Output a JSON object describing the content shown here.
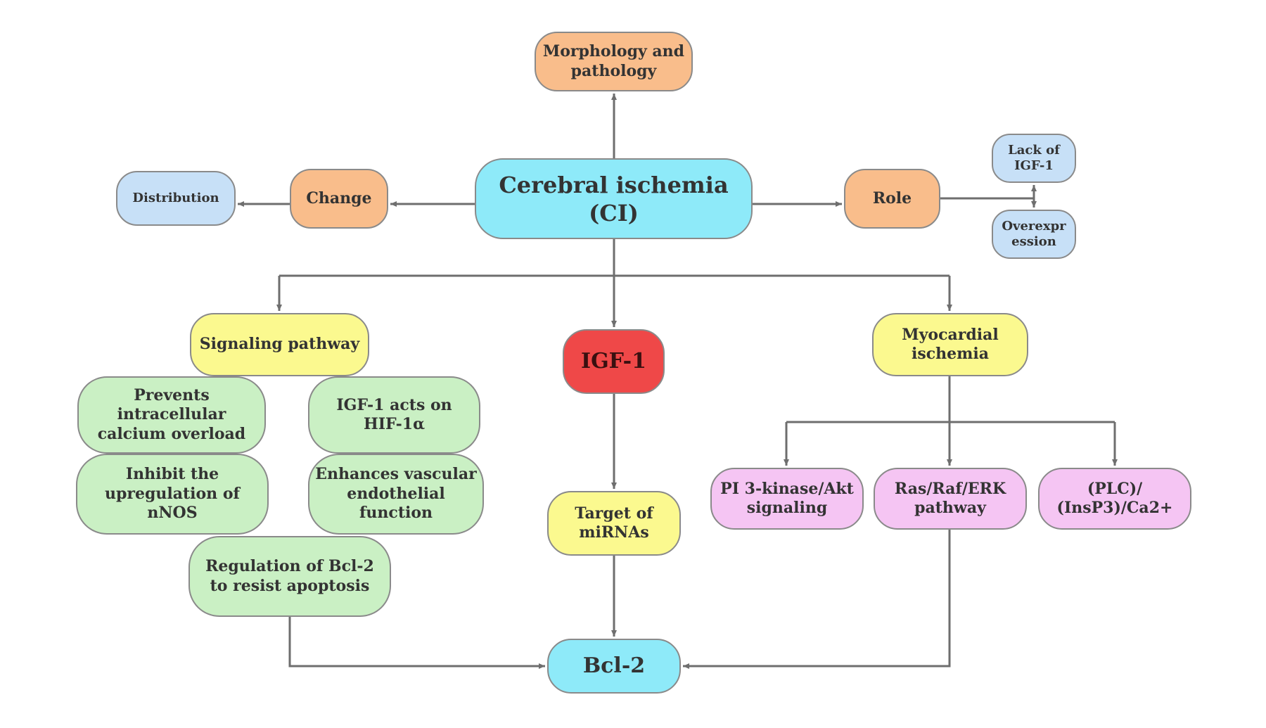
{
  "nodes": {
    "morphology": "Morphology and pathology",
    "center": "Cerebral ischemia (CI)",
    "change": "Change",
    "distribution": "Distribution",
    "role": "Role",
    "lack": "Lack of IGF-1",
    "overexpression": "Overexpr ession",
    "signaling": "Signaling pathway",
    "igf1": "IGF-1",
    "myocardial": "Myocardial ischemia",
    "prevents": "Prevents intracellular calcium overload",
    "acts_on": "IGF-1 acts on HIF-1α",
    "inhibit": "Inhibit the upregulation of nNOS",
    "enhances": "Enhances vascular endothelial function",
    "regulation": "Regulation of Bcl-2 to resist apoptosis",
    "target": "Target of miRNAs",
    "pi3k": "PI 3-kinase/Akt signaling",
    "ras": "Ras/Raf/ERK pathway",
    "plc": "(PLC)/ (InsP3)/Ca2+",
    "bcl2": "Bcl-2"
  },
  "colors": {
    "orange": "#f9bd8b",
    "blue": "#c7e0f7",
    "cyan": "#8eeaf9",
    "yellow": "#fbf98f",
    "red": "#ef4848",
    "green": "#caf0c4",
    "pink": "#f5c5f3",
    "connector": "#6e6e6e"
  }
}
